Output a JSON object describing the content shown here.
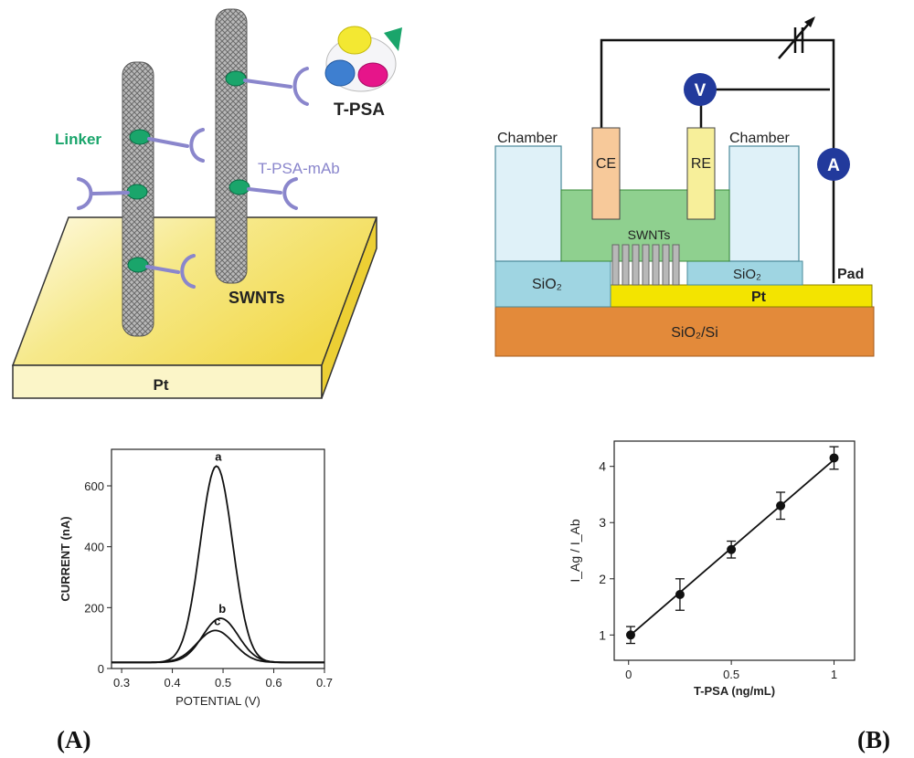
{
  "figure": {
    "panel_labels": {
      "left": "(A)",
      "right": "(B)"
    }
  },
  "diagram_sensor": {
    "labels": {
      "tpsa": "T-PSA",
      "linker": "Linker",
      "mab": "T-PSA-mAb",
      "swnts": "SWNTs",
      "pt": "Pt"
    },
    "colors": {
      "linker": "#1aa56b",
      "mab": "#8a86cc",
      "plate": "#f2e27a"
    }
  },
  "diagram_cell": {
    "labels": {
      "chamber_left": "Chamber",
      "chamber_right": "Chamber",
      "ce": "CE",
      "re": "RE",
      "v": "V",
      "a": "A",
      "swnts": "SWNTs",
      "sio2_left": "SiO₂",
      "sio2_right": "SiO₂",
      "pad": "Pad",
      "pt": "Pt",
      "substrate": "SiO₂/Si"
    },
    "colors": {
      "chamber": "#dff1f8",
      "sio2": "#9fd5e2",
      "solution": "#8fd08f",
      "pt": "#f3e400",
      "substrate": "#e38a3a",
      "meter": "#223a9c"
    }
  },
  "chart_data": [
    {
      "type": "line",
      "xlabel": "POTENTIAL (V)",
      "ylabel": "CURRENT (nA)",
      "xlim": [
        0.28,
        0.7
      ],
      "ylim": [
        0,
        720
      ],
      "xticks": [
        0.3,
        0.4,
        0.5,
        0.6,
        0.7
      ],
      "xtick_labels": [
        "0.3",
        "0.4",
        "0.5",
        "0.6",
        "0.7"
      ],
      "yticks": [
        0,
        200,
        400,
        600
      ],
      "ytick_labels": [
        "0",
        "200",
        "400",
        "600"
      ],
      "series": [
        {
          "name": "a",
          "baseline": 20,
          "peak_x": 0.487,
          "peak_y": 665,
          "width": 0.032
        },
        {
          "name": "b",
          "baseline": 20,
          "peak_x": 0.495,
          "peak_y": 165,
          "width": 0.035
        },
        {
          "name": "c",
          "baseline": 20,
          "peak_x": 0.485,
          "peak_y": 125,
          "width": 0.036
        }
      ]
    },
    {
      "type": "scatter",
      "xlabel": "T-PSA (ng/mL)",
      "ylabel": "I_Ag / I_Ab",
      "xlim": [
        -0.07,
        1.1
      ],
      "ylim": [
        0.55,
        4.45
      ],
      "xticks": [
        0,
        0.5,
        1
      ],
      "xtick_labels": [
        "0",
        "0.5",
        "1"
      ],
      "yticks": [
        1,
        2,
        3,
        4
      ],
      "ytick_labels": [
        "1",
        "2",
        "3",
        "4"
      ],
      "points": [
        {
          "x": 0.01,
          "y": 1.0,
          "err": 0.15
        },
        {
          "x": 0.25,
          "y": 1.72,
          "err": 0.28
        },
        {
          "x": 0.5,
          "y": 2.52,
          "err": 0.15
        },
        {
          "x": 0.74,
          "y": 3.3,
          "err": 0.24
        },
        {
          "x": 1.0,
          "y": 4.15,
          "err": 0.2
        }
      ],
      "fit": {
        "x": [
          0.0,
          1.0
        ],
        "y": [
          0.97,
          4.12
        ]
      }
    }
  ]
}
